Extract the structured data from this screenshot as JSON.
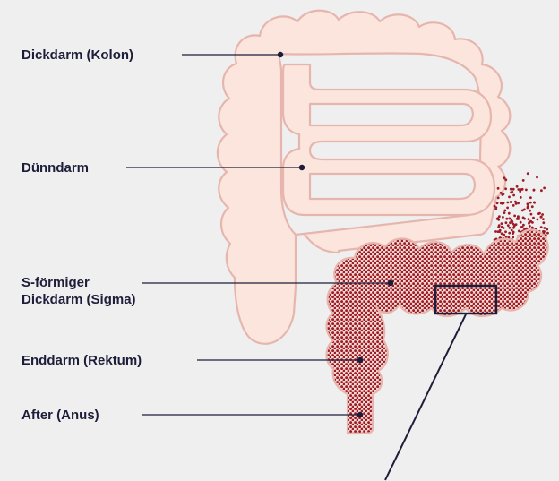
{
  "labels": {
    "colon": "Dickdarm (Kolon)",
    "small_intestine": "Dünndarm",
    "sigma_line1": "S-förmiger",
    "sigma_line2": "Dickdarm (Sigma)",
    "rectum": "Enddarm (Rektum)",
    "anus": "After (Anus)"
  },
  "colors": {
    "background": "#efefef",
    "intestine_fill": "#fbe5dc",
    "intestine_outline": "#e6b6ae",
    "affected_dots": "#9d1b25",
    "leader_lines": "#1d1d3a"
  },
  "icons": {
    "figure": "large-intestine-anatomy-illustration",
    "zoom_frame": "magnify-box-icon"
  }
}
